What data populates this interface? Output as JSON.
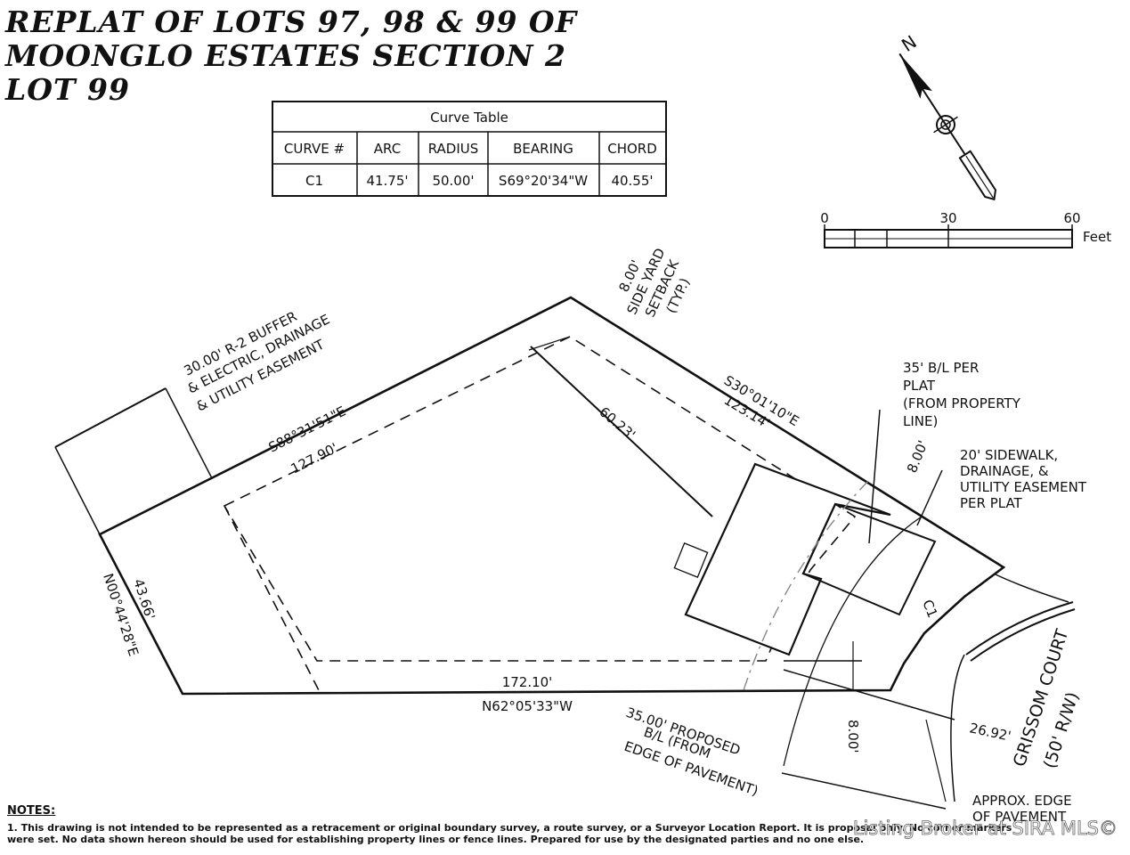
{
  "title": {
    "line1": "REPLAT OF LOTS 97, 98 & 99 OF",
    "line2": "MOONGLO ESTATES SECTION 2",
    "line3": "LOT 99"
  },
  "curve_table": {
    "title": "Curve Table",
    "headers": [
      "CURVE #",
      "ARC",
      "RADIUS",
      "BEARING",
      "CHORD"
    ],
    "row": [
      "C1",
      "41.75'",
      "50.00'",
      "S69°20'34\"W",
      "40.55'"
    ]
  },
  "north_arrow": {
    "letter": "N",
    "icon": "north-arrow-icon"
  },
  "scale_bar": {
    "tick_0": "0",
    "tick_30": "30",
    "tick_60": "60",
    "unit": "Feet"
  },
  "labels": {
    "buffer_1": "30.00'  R-2 BUFFER",
    "buffer_2": "& ELECTRIC, DRAINAGE",
    "buffer_3": "& UTILITY EASEMENT",
    "north_bearing": "S88°31'51\"E",
    "north_dist": "127.90'",
    "setback_1": "8.00'",
    "setback_2": "SIDE YARD",
    "setback_3": "SETBACK",
    "setback_4": "(TYP.)",
    "ne_bearing": "S30°01'10\"E",
    "ne_dist": "123.14'",
    "inner_dim": "60.23'",
    "bl_1": "35' B/L PER",
    "bl_2": "PLAT",
    "bl_3": "(FROM PROPERTY",
    "bl_4": "LINE)",
    "side_dim_upper": "8.00'",
    "sidewalk_1": "20' SIDEWALK,",
    "sidewalk_2": "DRAINAGE, &",
    "sidewalk_3": "UTILITY EASEMENT",
    "sidewalk_4": "PER PLAT",
    "curve_label": "C1",
    "west_dist": "43.66'",
    "west_bearing": "N00°44'28\"E",
    "south_dist": "172.10'",
    "south_bearing": "N62°05'33\"W",
    "proposed_1": "35.00' PROPOSED",
    "proposed_2": "B/L (FROM",
    "proposed_3": "EDGE OF PAVEMENT)",
    "side_dim_lower": "8.00'",
    "frontage_dist": "26.92'",
    "street_1": "GRISSOM COURT",
    "street_2": "(50' R/W)",
    "pavement_1": "APPROX. EDGE",
    "pavement_2": "OF PAVEMENT"
  },
  "notes": {
    "heading": "NOTES:",
    "line1": "1.     This drawing is not intended to be represented as a retracement or original boundary survey, a route survey, or a Surveyor Location Report. It is proposal only. No corner markers",
    "line2": "were set.  No data shown hereon should be used for establishing property lines or fence lines.  Prepared for use by the designated parties and no one else."
  },
  "watermark": "Listing Broker at SIRA MLS©"
}
